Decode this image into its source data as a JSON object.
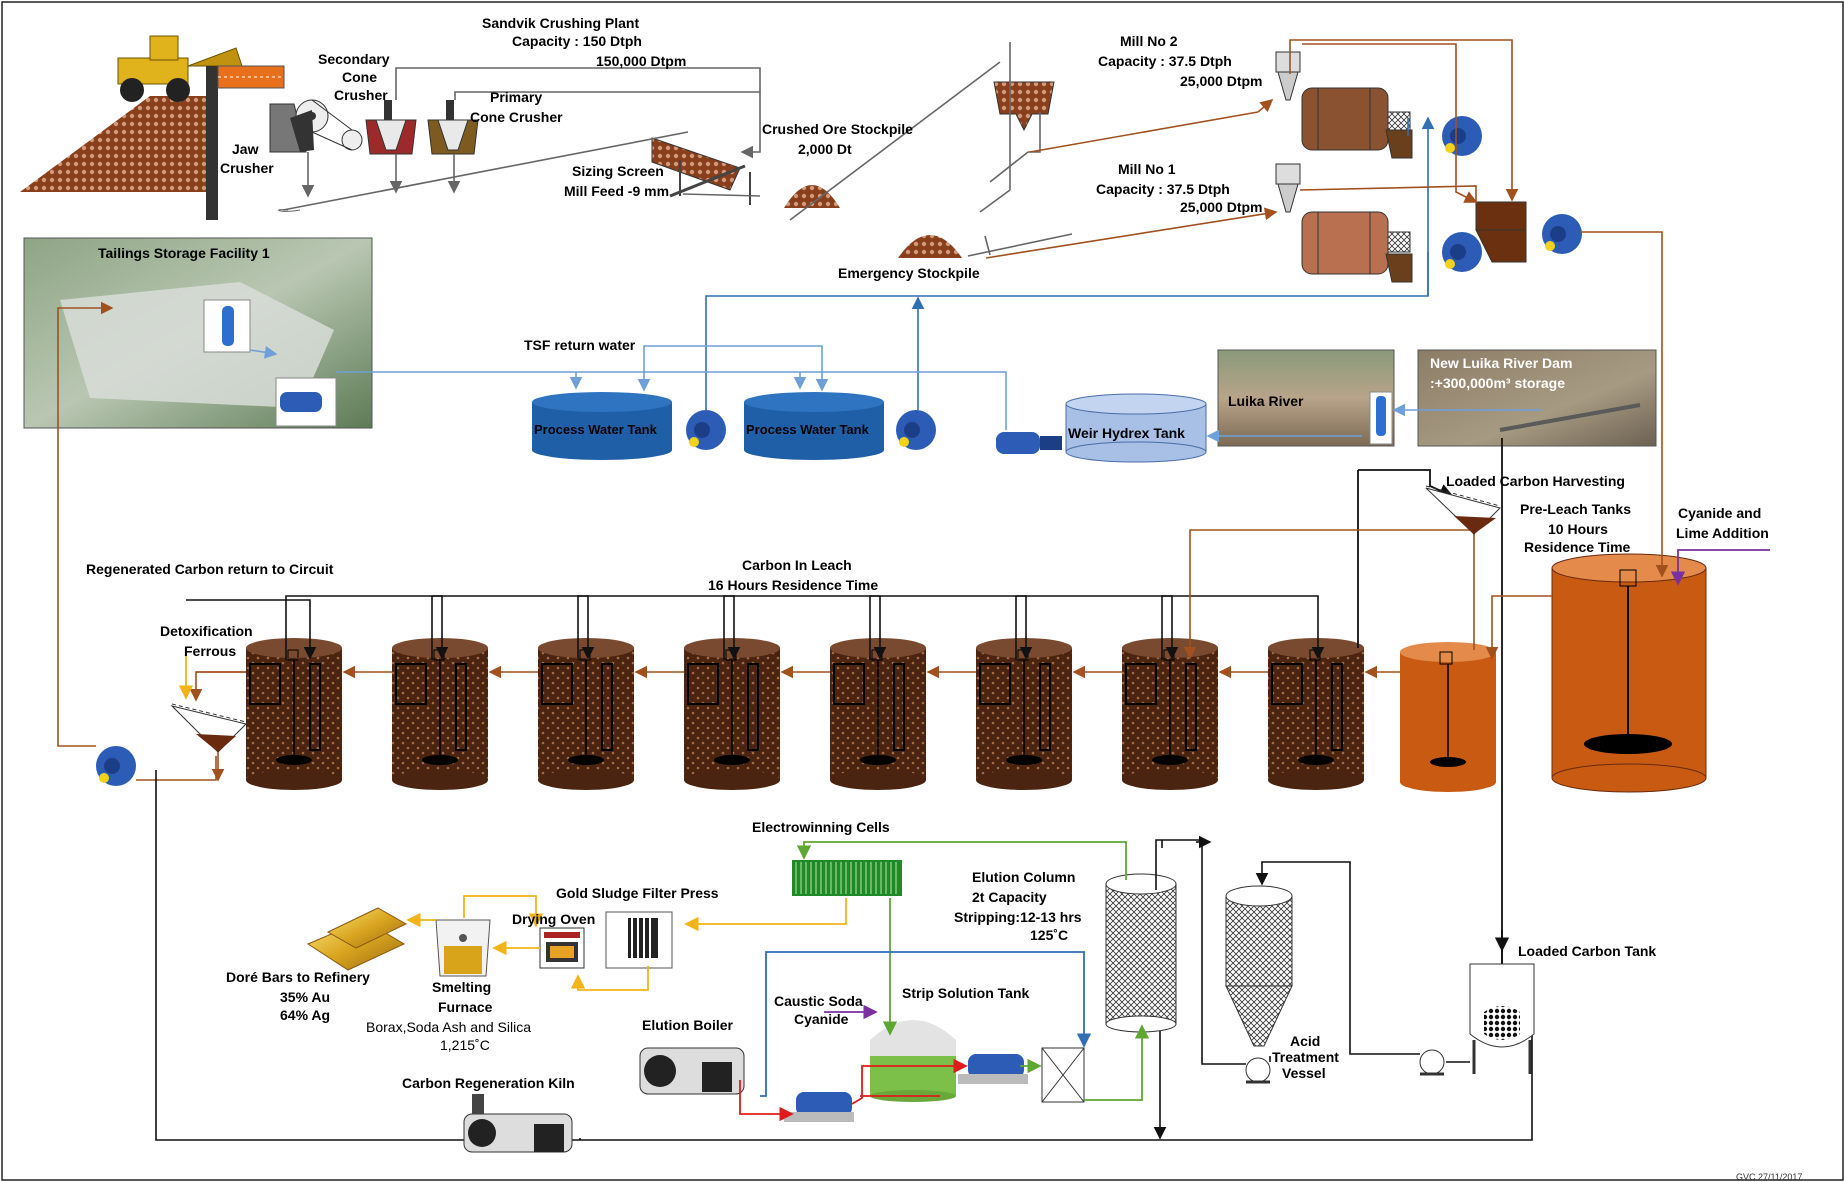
{
  "colors": {
    "slurry": "#a1501e",
    "water": "#2f6fb3",
    "water_light": "#6fa0d8",
    "black_line": "#111111",
    "gold_line": "#f2b418",
    "green_line": "#5ea832",
    "red_line": "#e01b1b",
    "purple_line": "#7a30a0",
    "tank_brown": "#4a2410",
    "tank_orange": "#c95a12",
    "tank_blue": "#1f5fa8"
  },
  "icons": [
    "loader-icon",
    "conveyor-icon",
    "jaw-crusher-icon",
    "cone-crusher-icon",
    "sizing-screen-icon",
    "stockpile-icon",
    "hydrocyclone-icon",
    "ball-mill-icon",
    "pump-icon",
    "submersible-pump-icon",
    "agitator-icon",
    "electrowinning-cell-icon",
    "filter-press-icon",
    "oven-icon",
    "furnace-icon",
    "gold-bars-icon",
    "boiler-icon",
    "kiln-icon",
    "column-icon"
  ],
  "labels": {
    "plant_title": "Sandvik Crushing Plant",
    "plant_cap1": "Capacity : 150 Dtph",
    "plant_cap2": "150,000 Dtpm",
    "secondary_crusher_1": "Secondary",
    "secondary_crusher_2": "Cone",
    "secondary_crusher_3": "Crusher",
    "primary_crusher_1": "Primary",
    "primary_crusher_2": "Cone Crusher",
    "jaw_crusher_1": "Jaw",
    "jaw_crusher_2": "Crusher",
    "sizing_screen_1": "Sizing Screen",
    "sizing_screen_2": "Mill Feed -9 mm",
    "crushed_ore_1": "Crushed Ore Stockpile",
    "crushed_ore_2": "2,000 Dt",
    "emergency_stockpile": "Emergency Stockpile",
    "mill2_1": "Mill No 2",
    "mill2_2": "Capacity : 37.5 Dtph",
    "mill2_3": "25,000 Dtpm",
    "mill1_1": "Mill No 1",
    "mill1_2": "Capacity : 37.5 Dtph",
    "mill1_3": "25,000 Dtpm",
    "tsf": "Tailings Storage Facility 1",
    "tsf_return": "TSF return water",
    "process_tank_1": "Process Water Tank",
    "process_tank_2": "Process Water Tank",
    "weir_tank": "Weir Hydrex Tank",
    "luika_river": "Luika River",
    "dam_1": "New Luika River Dam",
    "dam_2": ":+300,000m³ storage",
    "loaded_carbon_harvest": "Loaded Carbon Harvesting",
    "preleach_1": "Pre-Leach Tanks",
    "preleach_2": "10 Hours",
    "preleach_3": "Residence Time",
    "cyanide_lime_1": "Cyanide and",
    "cyanide_lime_2": "Lime Addition",
    "regen_return": "Regenerated Carbon return to Circuit",
    "cil_1": "Carbon In Leach",
    "cil_2": "16 Hours Residence Time",
    "detox_1": "Detoxification",
    "detox_2": "Ferrous",
    "electrowinning": "Electrowinning Cells",
    "filter_press": "Gold Sludge Filter Press",
    "drying_oven": "Drying Oven",
    "dore_1": "Doré Bars to Refinery",
    "dore_2": "35% Au",
    "dore_3": "64% Ag",
    "smelting_1": "Smelting",
    "smelting_2": "Furnace",
    "smelting_3": "Borax,Soda Ash and Silica",
    "smelting_4": "1,215˚C",
    "elution_col_1": "Elution Column",
    "elution_col_2": "2t Capacity",
    "elution_col_3": "Stripping:12-13 hrs",
    "elution_col_4": "125˚C",
    "caustic_1": "Caustic Soda",
    "caustic_2": "Cyanide",
    "strip_tank": "Strip Solution Tank",
    "elution_boiler": "Elution Boiler",
    "regen_kiln": "Carbon Regeneration Kiln",
    "acid_1": "Acid",
    "acid_2": "Treatment",
    "acid_3": "Vessel",
    "loaded_carbon_tank": "Loaded Carbon Tank",
    "footer": "GVC 27/11/2017"
  }
}
